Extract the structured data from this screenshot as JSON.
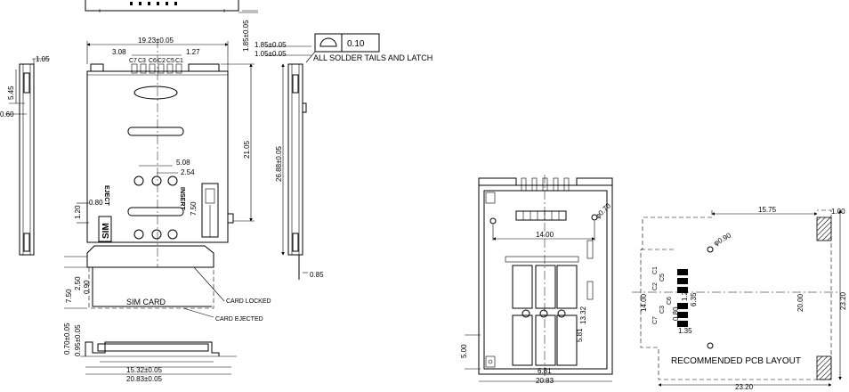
{
  "dims": {
    "d1_05": "1.05",
    "d5_45": "5.45",
    "d0_60": "0.60",
    "d19_23": "19.23±0.05",
    "d3_08": "3.08",
    "d1_27": "1.27",
    "d1_85": "1.85±0.05",
    "d1_85b": "1.85±0.05",
    "d1_05b": "1.05±0.05",
    "d21_05": "21.05",
    "d26_88": "26.88±0.05",
    "d5_08": "5.08",
    "d2_54": "2.54",
    "d1_20": "1.20",
    "d0_80": "0.80",
    "d7_50": "7.50",
    "d0_85": "0.85",
    "d7_50b": "7.50",
    "d2_50": "2.50",
    "d0_90": "0.90",
    "d0_70": "0.70±0.05",
    "d0_95": "0.95±0.05",
    "d15_32": "15.32±0.05",
    "d20_83": "20.83±0.05",
    "d14_00": "14.00",
    "d0_70dia": "φ0.70",
    "d13_32": "13.32",
    "d5_81": "5.81",
    "d5_00": "5.00",
    "d6_81": "6.81",
    "d20_83b": "20.83",
    "d15_75": "15.75",
    "d1_00": "1.00",
    "d0_90dia": "φ0.90",
    "d1_27b": "1.27",
    "d6_35": "6.35",
    "d0_80b": "0.80",
    "d14_00b": "14.00",
    "d20_00": "20.00",
    "d23_20": "23.20",
    "d1_35": "1.35",
    "d23_20b": "23.20"
  },
  "pin_labels_top": [
    "C7",
    "C3",
    "C6",
    "C2",
    "C5",
    "C1"
  ],
  "pin_labels_pcb": [
    "C7",
    "C3",
    "C6",
    "C2",
    "C5",
    "C1"
  ],
  "flatness": {
    "value": "0.10",
    "note": "ALL SOLDER TAILS AND LATCH"
  },
  "labels": {
    "eject": "EJECT",
    "insert": "INSERT",
    "sim": "SIM",
    "sim_card": "SIM CARD",
    "card_locked": "CARD LOCKED",
    "card_ejected": "CARD EJECTED",
    "recommended": "RECOMMENDED PCB LAYOUT"
  }
}
